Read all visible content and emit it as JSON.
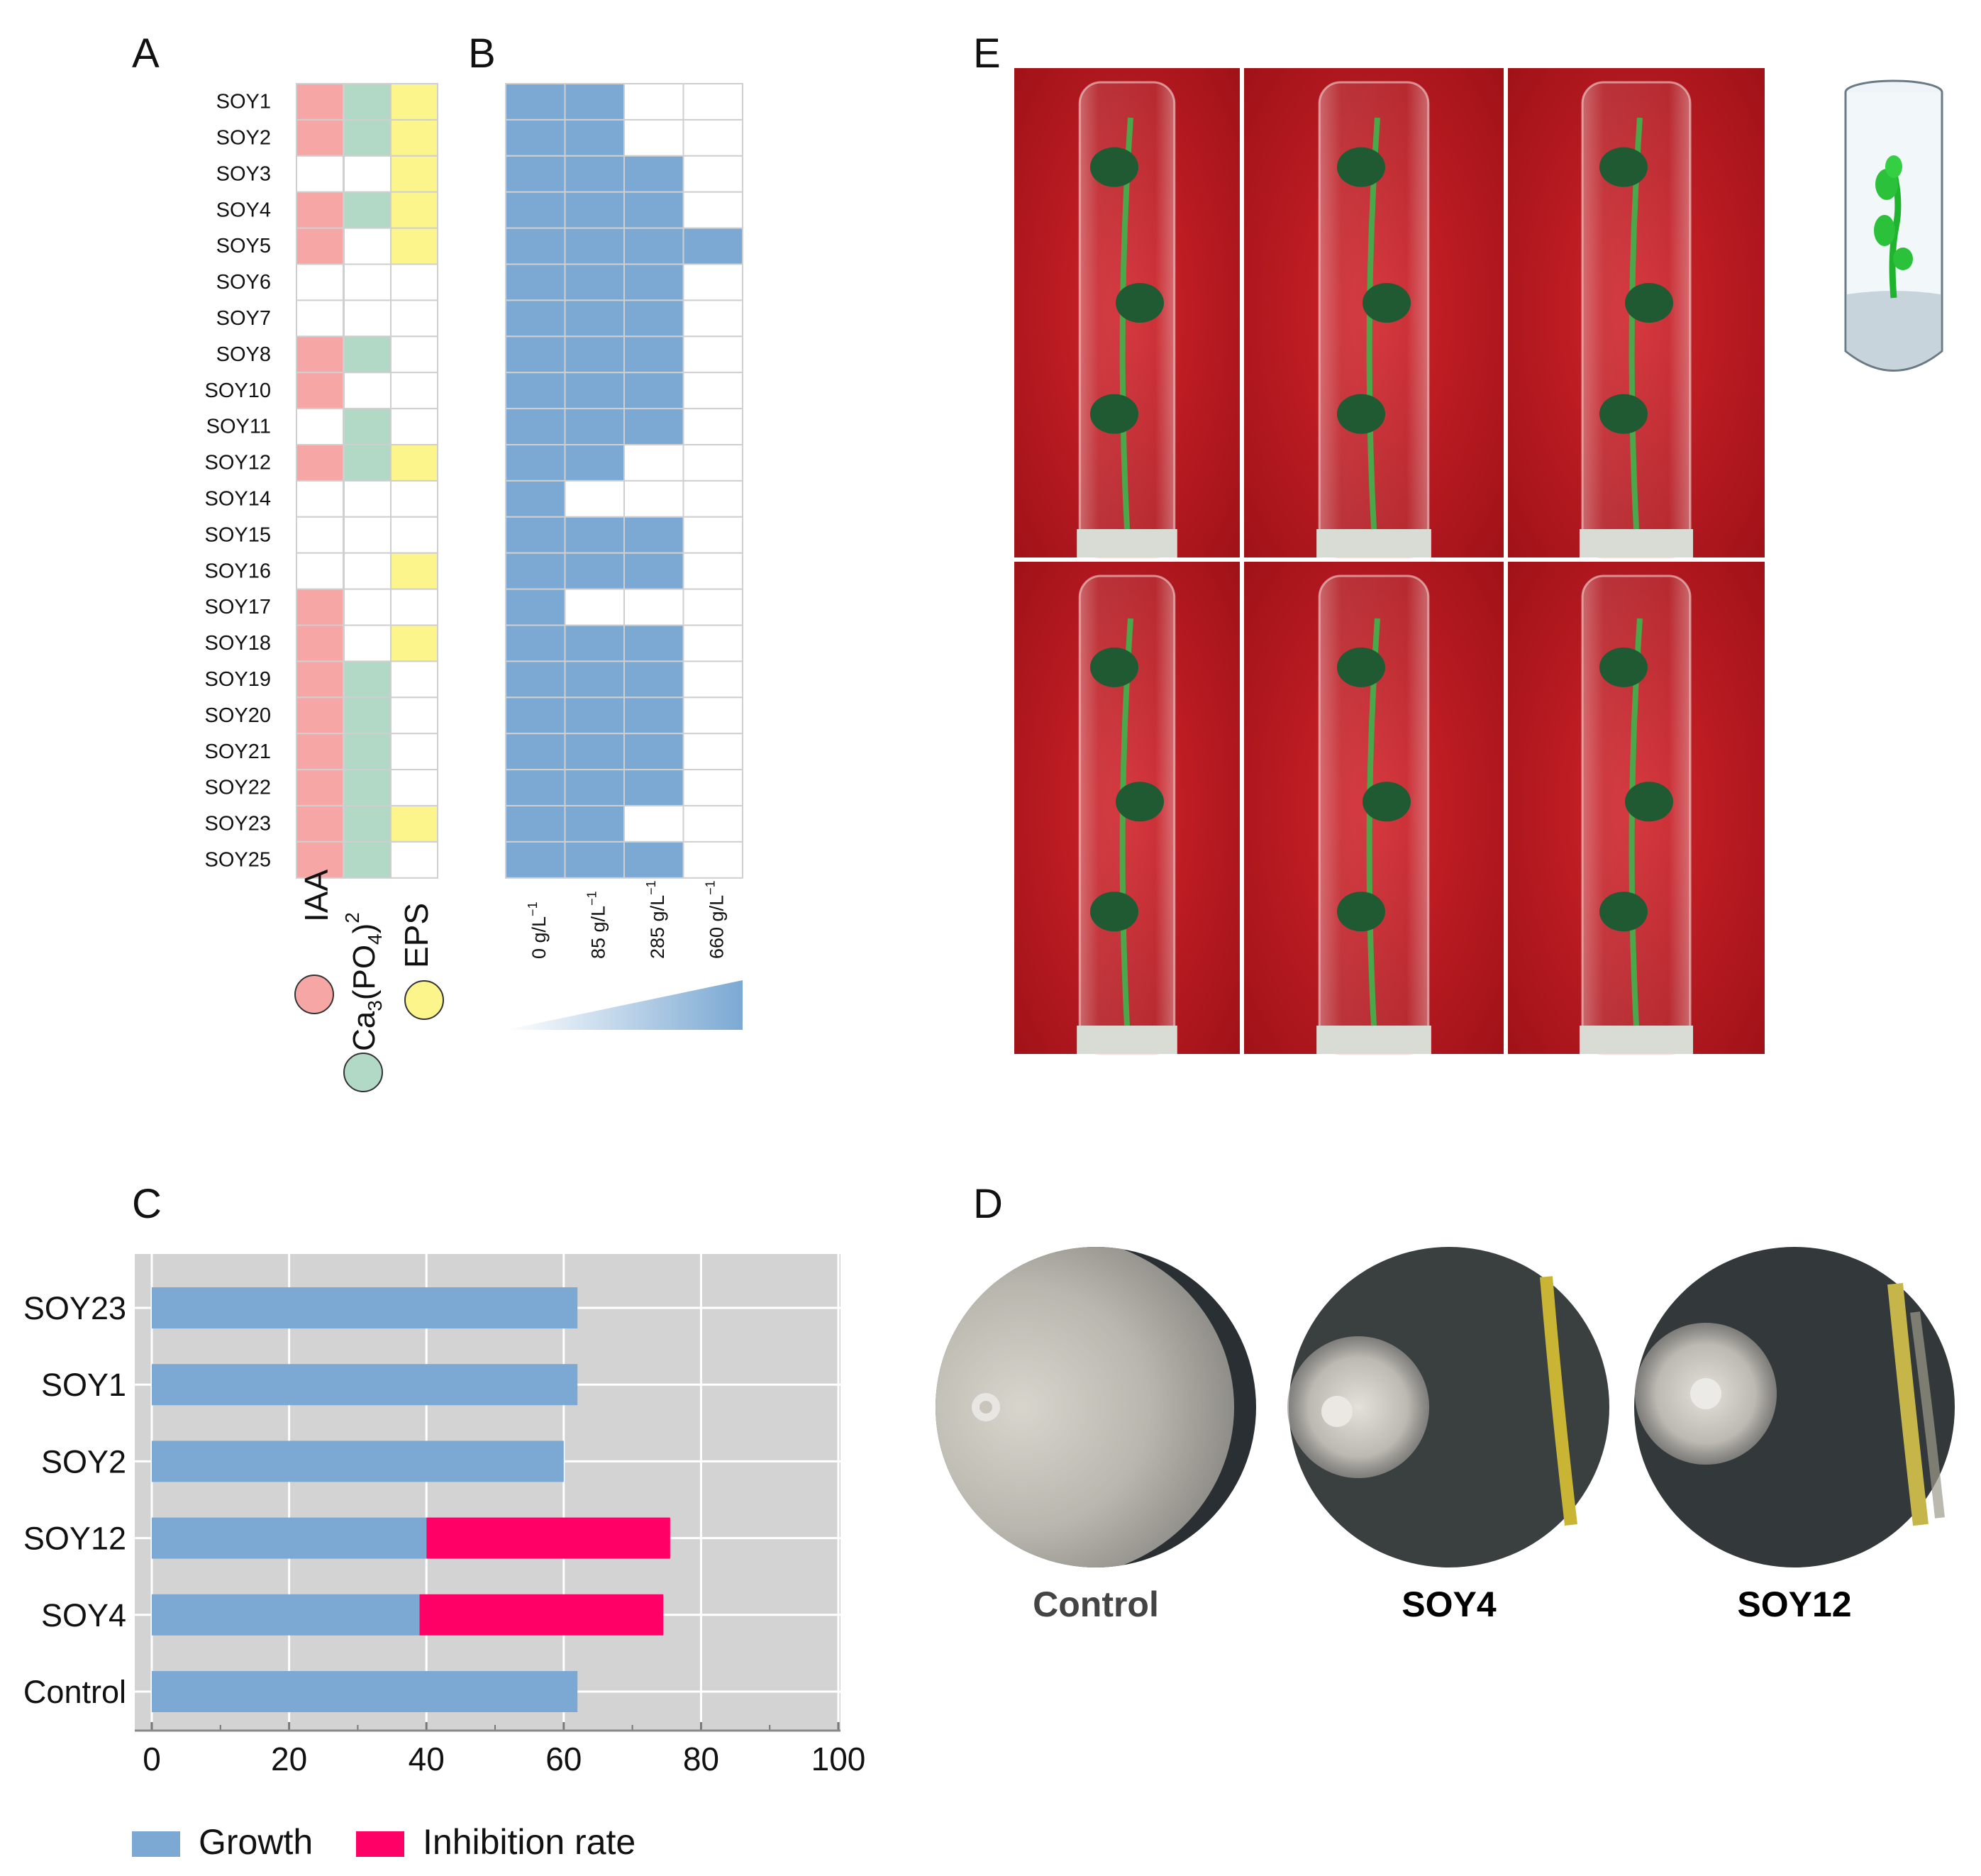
{
  "colors": {
    "iaa": "#f7a6a6",
    "ca": "#b2d8c6",
    "eps": "#fbf58c",
    "blue": "#7ba9d3",
    "inhibition": "#ff0066",
    "plot_bg": "#d3d3d3",
    "photo_red": "#c4161d"
  },
  "panel_a": {
    "letter": "A",
    "strains": [
      "SOY1",
      "SOY2",
      "SOY3",
      "SOY4",
      "SOY5",
      "SOY6",
      "SOY7",
      "SOY8",
      "SOY10",
      "SOY11",
      "SOY12",
      "SOY14",
      "SOY15",
      "SOY16",
      "SOY17",
      "SOY18",
      "SOY19",
      "SOY20",
      "SOY21",
      "SOY22",
      "SOY23",
      "SOY25"
    ],
    "iaa": [
      1,
      1,
      0,
      1,
      1,
      0,
      0,
      1,
      1,
      0,
      1,
      0,
      0,
      0,
      1,
      1,
      1,
      1,
      1,
      1,
      1,
      1
    ],
    "ca": [
      1,
      1,
      0,
      1,
      0,
      0,
      0,
      1,
      0,
      1,
      1,
      0,
      0,
      0,
      0,
      0,
      1,
      1,
      1,
      1,
      1,
      1
    ],
    "eps": [
      1,
      1,
      1,
      1,
      1,
      0,
      0,
      0,
      0,
      0,
      1,
      0,
      0,
      1,
      0,
      1,
      0,
      0,
      0,
      0,
      1,
      0
    ],
    "legend": {
      "iaa": "IAA",
      "ca_main": "Ca",
      "ca_sub1": "3",
      "ca_mid": "(PO",
      "ca_sub2": "4",
      "ca_end": ")",
      "ca_sup": "2",
      "eps": "EPS"
    }
  },
  "panel_b": {
    "letter": "B",
    "columns": [
      "0 g/L",
      "85 g/L",
      "285 g/L",
      "660 g/L"
    ],
    "unit_sup": "−1",
    "tolerance": [
      2,
      2,
      3,
      3,
      4,
      3,
      3,
      3,
      3,
      3,
      2,
      1,
      3,
      3,
      1,
      3,
      3,
      3,
      3,
      3,
      2,
      3
    ]
  },
  "panel_c": {
    "letter": "C",
    "chart_data": {
      "type": "bar",
      "orientation": "horizontal",
      "stacked": true,
      "categories": [
        "SOY23",
        "SOY1",
        "SOY2",
        "SOY12",
        "SOY4",
        "Control"
      ],
      "series": [
        {
          "name": "Growth",
          "values": [
            62,
            62,
            60,
            40,
            39,
            62
          ]
        },
        {
          "name": "Inhibition rate",
          "values": [
            0,
            0,
            0,
            35.5,
            35.5,
            0
          ]
        }
      ],
      "xlim": [
        0,
        100
      ],
      "xticks": [
        "0",
        "20",
        "40",
        "60",
        "80",
        "100"
      ],
      "grid": true,
      "legend_position": "bottom"
    }
  },
  "panel_d": {
    "letter": "D",
    "labels": [
      "Control",
      "SOY4",
      "SOY12"
    ]
  },
  "panel_e": {
    "letter": "E"
  }
}
